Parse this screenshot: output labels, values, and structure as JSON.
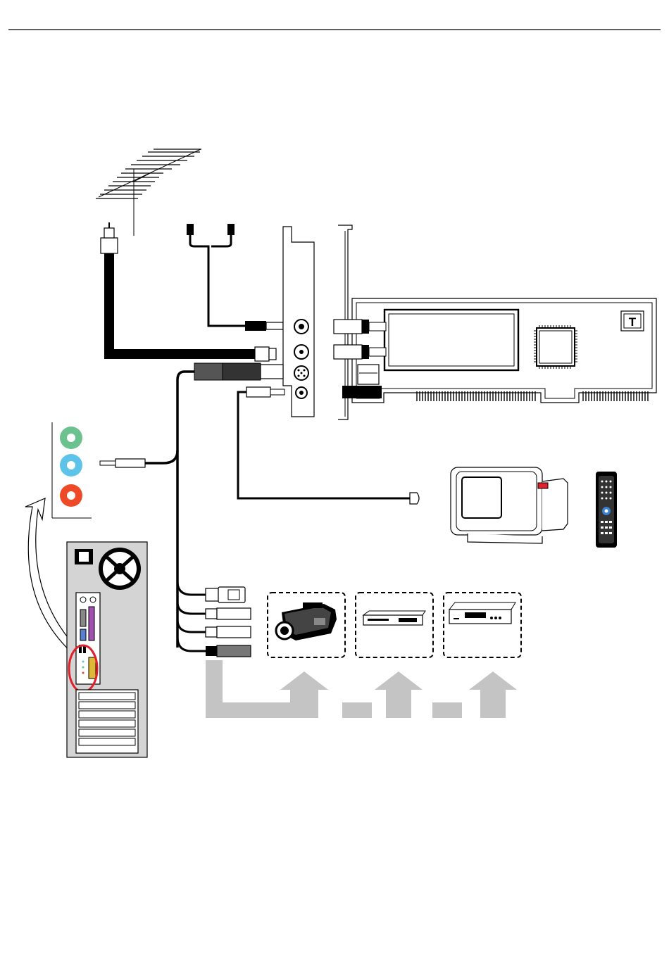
{
  "page": {
    "header_rule": true
  },
  "diagram": {
    "card_logo": "T",
    "components": [
      {
        "id": "antenna",
        "icon": "tv-antenna-icon"
      },
      {
        "id": "fm-antenna-cable",
        "icon": "y-splitter-cable-icon"
      },
      {
        "id": "tv-tuner-card",
        "icon": "pci-card-icon"
      },
      {
        "id": "pc-audio-jacks",
        "icon": "audio-jack-panel-icon"
      },
      {
        "id": "pc-tower",
        "icon": "pc-tower-rear-icon"
      },
      {
        "id": "ir-receiver",
        "icon": "ir-sensor-icon"
      },
      {
        "id": "monitor",
        "icon": "crt-monitor-icon"
      },
      {
        "id": "remote-control",
        "icon": "remote-control-icon"
      },
      {
        "id": "camcorder",
        "icon": "camcorder-icon"
      },
      {
        "id": "dvd-player",
        "icon": "dvd-player-icon"
      },
      {
        "id": "vcr",
        "icon": "vcr-icon"
      }
    ],
    "colors": {
      "line_in": "#6cc28f",
      "line_in_blue": "#5ec3e8",
      "mic_in": "#ee4a28",
      "highlight_ring": "#e0202a",
      "arrow_gray": "#c4c4c4",
      "pc_panel": "#d4d4d4"
    }
  }
}
